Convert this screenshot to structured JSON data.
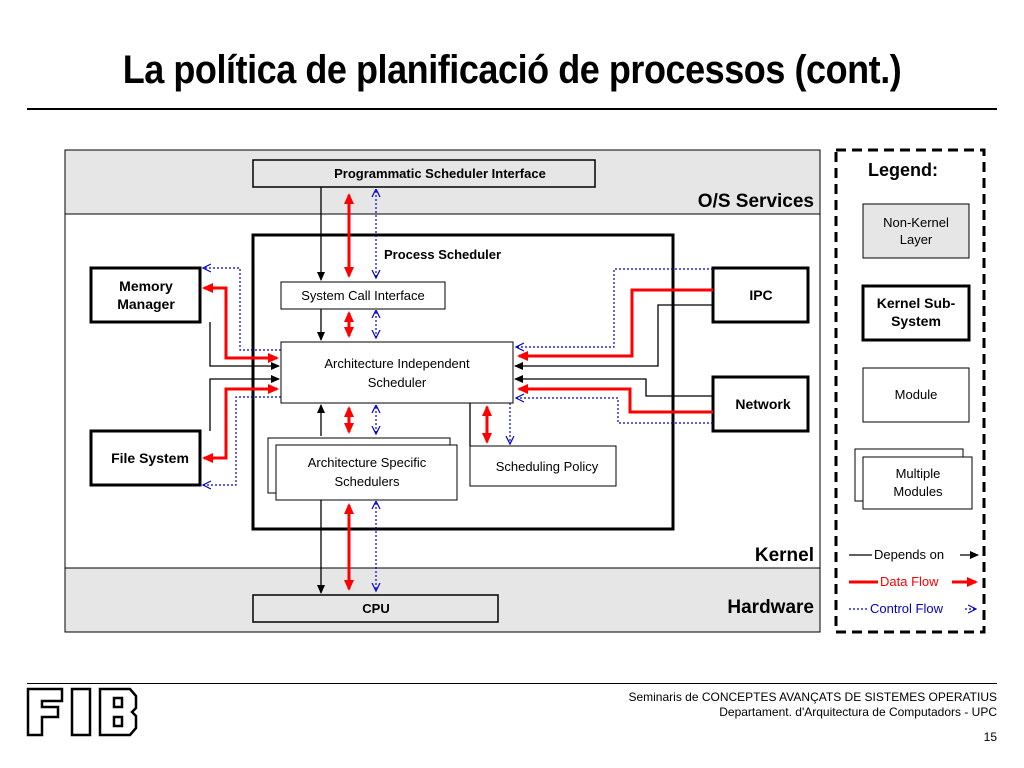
{
  "slide": {
    "title": "La política de planificació de processos (cont.)",
    "page_number": "15"
  },
  "footer": {
    "line1": "Seminaris de CONCEPTES AVANÇATS DE SISTEMES OPERATIUS",
    "line2": "Departament.  d'Arquitectura de Computadors - UPC",
    "logo_text": "FIB"
  },
  "diagram": {
    "regions": {
      "os_services": "O/S Services",
      "kernel": "Kernel",
      "hardware": "Hardware"
    },
    "boxes": {
      "programmatic_interface": "Programmatic Scheduler Interface",
      "process_scheduler": "Process Scheduler",
      "system_call_interface": "System Call Interface",
      "arch_independent_line1": "Architecture Independent",
      "arch_independent_line2": "Scheduler",
      "arch_specific_line1": "Architecture Specific",
      "arch_specific_line2": "Schedulers",
      "scheduling_policy": "Scheduling Policy",
      "memory_manager_line1": "Memory",
      "memory_manager_line2": "Manager",
      "file_system": "File System",
      "ipc": "IPC",
      "network": "Network",
      "cpu": "CPU"
    },
    "legend": {
      "title": "Legend:",
      "non_kernel_line1": "Non-Kernel",
      "non_kernel_line2": "Layer",
      "kernel_sub_line1": "Kernel Sub-",
      "kernel_sub_line2": "System",
      "module": "Module",
      "multiple_line1": "Multiple",
      "multiple_line2": "Modules",
      "depends_on": "Depends on",
      "data_flow": "Data Flow",
      "control_flow": "Control Flow"
    },
    "colors": {
      "data_flow": "#ff0000",
      "control_flow": "#0000cc",
      "depends_on": "#000000",
      "non_kernel_fill": "#e6e6e6"
    }
  }
}
